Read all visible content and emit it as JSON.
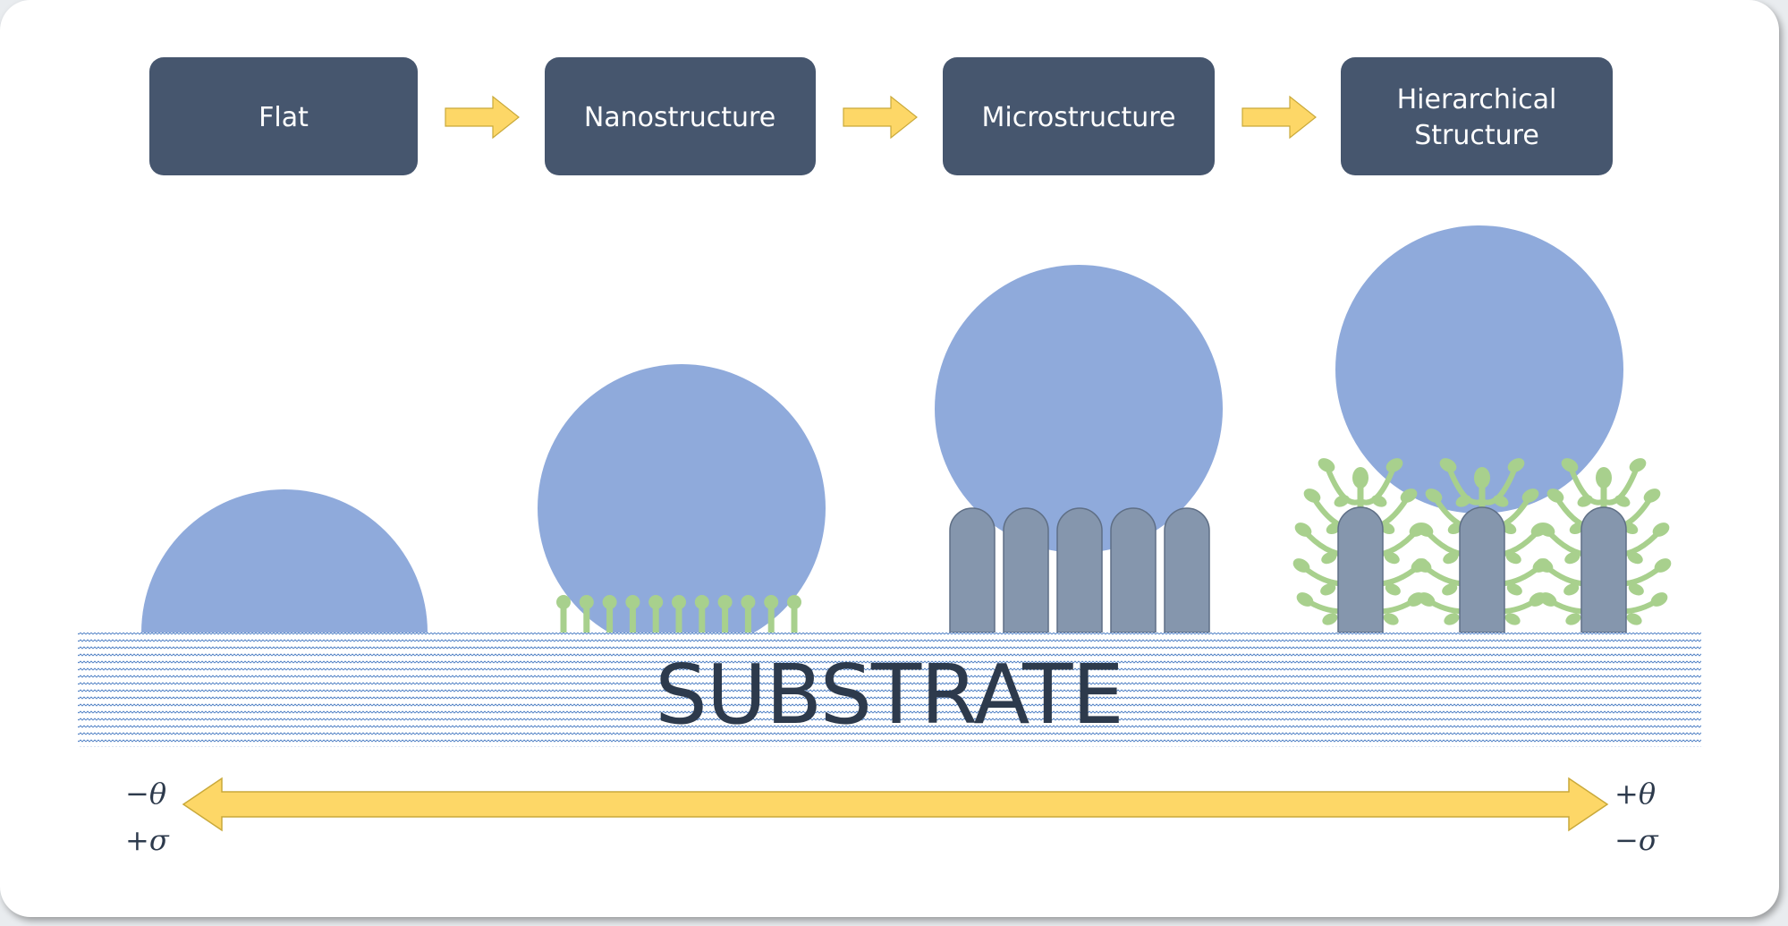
{
  "stages": [
    {
      "lines": [
        "Flat"
      ]
    },
    {
      "lines": [
        "Nanostructure"
      ]
    },
    {
      "lines": [
        "Microstructure"
      ]
    },
    {
      "lines": [
        "Hierarchical",
        "Structure"
      ]
    }
  ],
  "substrate": {
    "label": "SUBSTRATE"
  },
  "scale": {
    "left": {
      "top": "−θ",
      "bottom": "+σ"
    },
    "right": {
      "top": "+θ",
      "bottom": "−σ"
    }
  },
  "colors": {
    "box": "#46566e",
    "arrow": "#fdd767",
    "arrow_stroke": "#c9a93a",
    "droplet": "#8faadb",
    "pillar": "#8596ad",
    "pillar_stroke": "#5f6f86",
    "nano": "#a8d08d",
    "substrate_pattern": "#4e7fc4",
    "substrate_text": "#2d3a4c"
  }
}
